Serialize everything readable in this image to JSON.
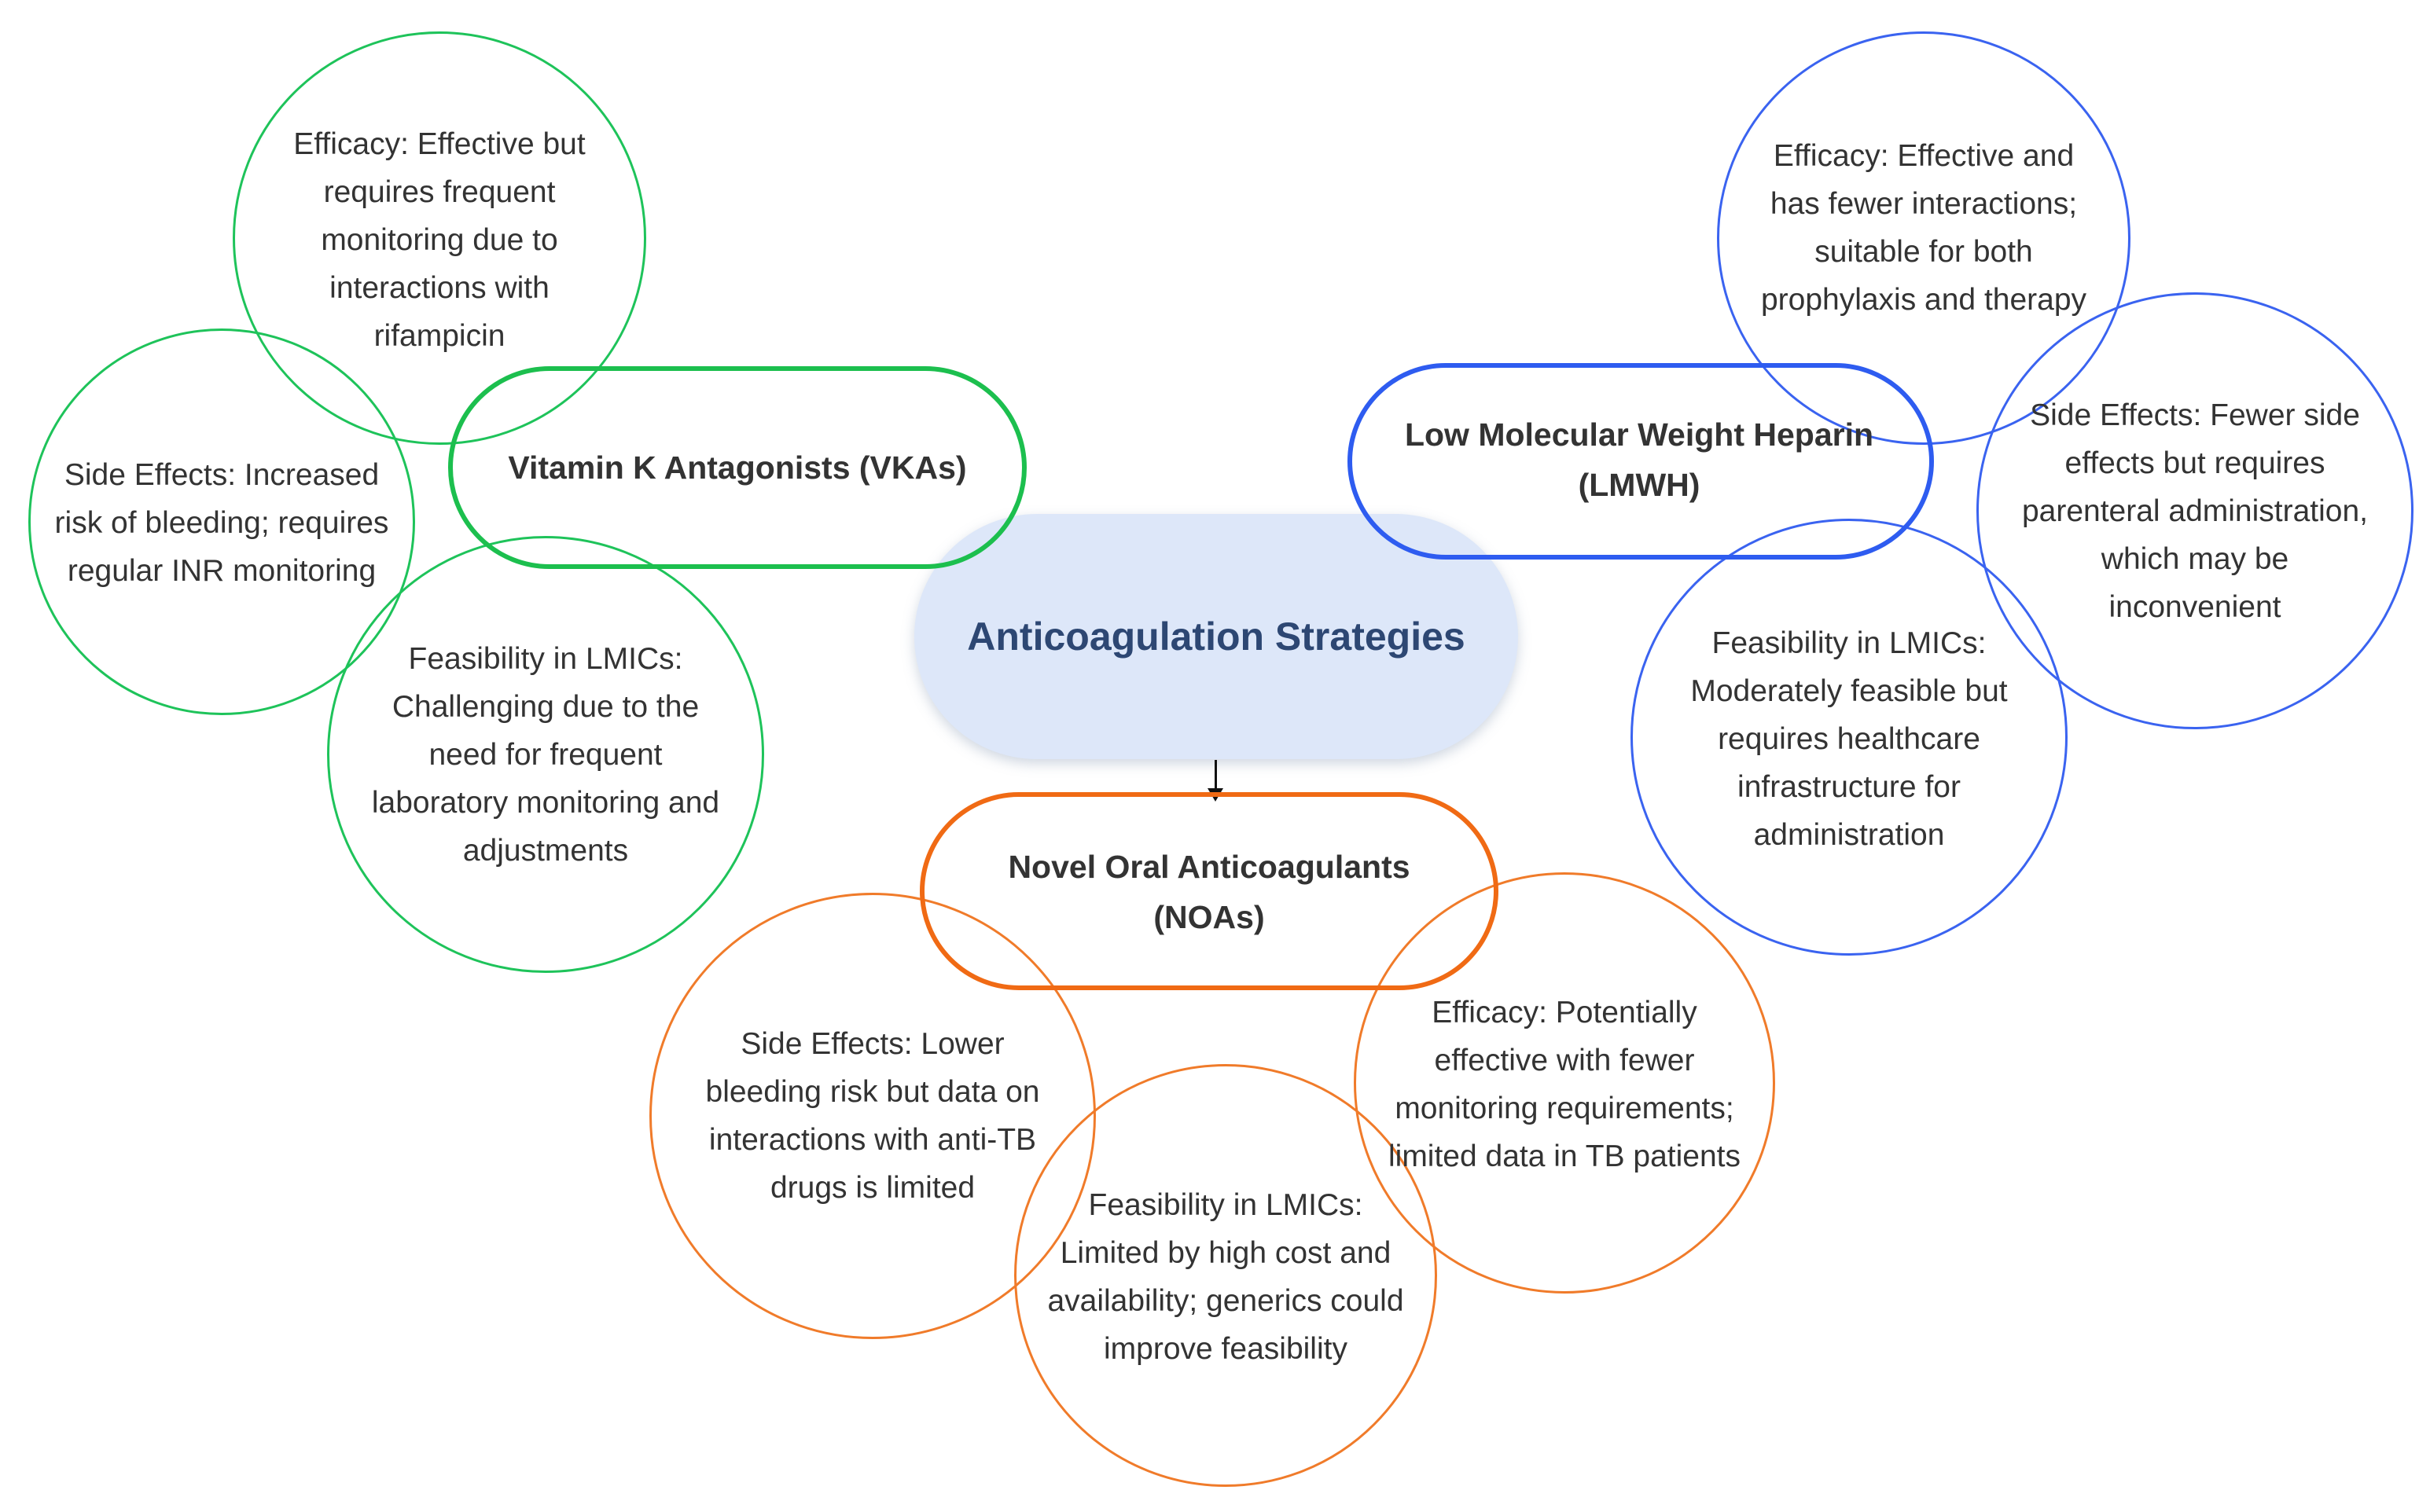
{
  "center": {
    "title": "Anticoagulation Strategies"
  },
  "categories": {
    "vka": {
      "title": "Vitamin K Antagonists (VKAs)",
      "color": "#1cbf4e"
    },
    "lmwh": {
      "title": "Low Molecular Weight Heparin (LMWH)",
      "color": "#2e5cf0"
    },
    "noa": {
      "title": "Novel Oral Anticoagulants (NOAs)",
      "color": "#f06a14"
    }
  },
  "details": {
    "vka_efficacy": "Efficacy: Effective but requires frequent monitoring due to interactions with rifampicin",
    "vka_side_effects": "Side Effects: Increased risk of bleeding; requires regular INR monitoring",
    "vka_feasibility": "Feasibility in LMICs: Challenging due to the need for frequent laboratory monitoring and adjustments",
    "lmwh_efficacy": "Efficacy: Effective and has fewer interactions; suitable for both prophylaxis and therapy",
    "lmwh_side_effects": "Side Effects: Fewer side effects but requires parenteral administration, which may be inconvenient",
    "lmwh_feasibility": "Feasibility in LMICs: Moderately feasible but requires healthcare infrastructure for administration",
    "noa_side_effects": "Side Effects: Lower bleeding risk but data on interactions with anti-TB drugs is limited",
    "noa_feasibility": "Feasibility in LMICs: Limited by high cost and availability; generics could improve feasibility",
    "noa_efficacy": "Efficacy: Potentially effective with fewer monitoring requirements; limited data in TB patients"
  }
}
